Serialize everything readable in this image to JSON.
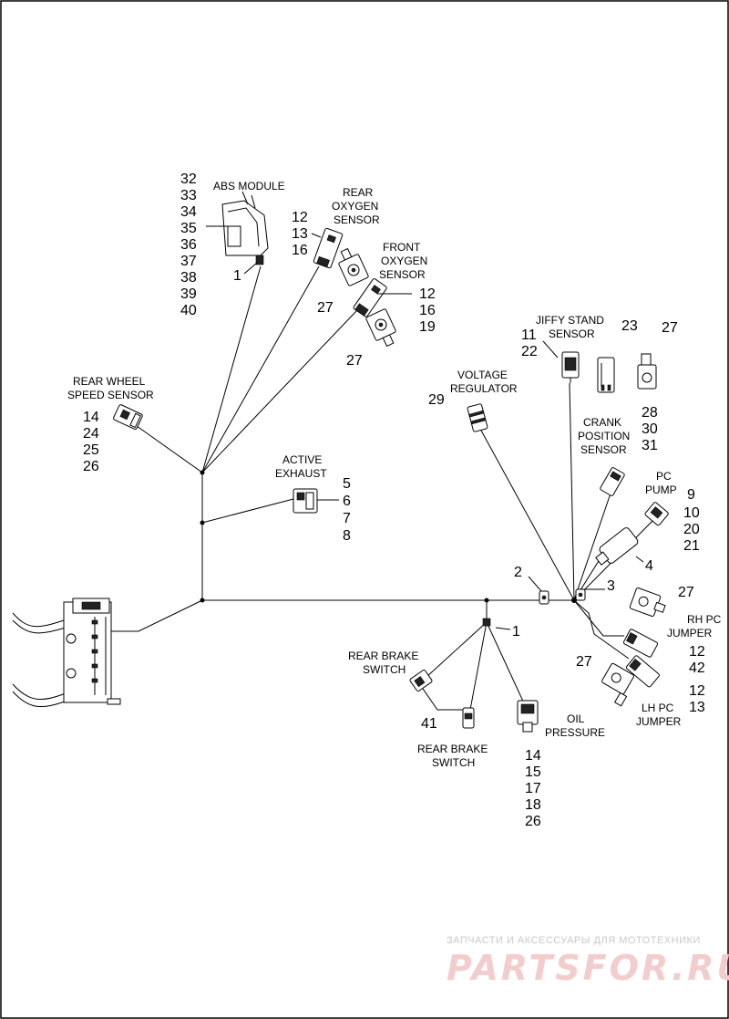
{
  "labels": {
    "abs_module": "ABS MODULE",
    "rear_oxygen": [
      "REAR",
      "OXYGEN",
      "SENSOR"
    ],
    "front_oxygen": [
      "FRONT",
      "OXYGEN",
      "SENSOR"
    ],
    "jiffy_stand": [
      "JIFFY STAND",
      "SENSOR"
    ],
    "voltage_regulator": [
      "VOLTAGE",
      "REGULATOR"
    ],
    "rear_wheel_speed": [
      "REAR WHEEL",
      "SPEED SENSOR"
    ],
    "active_exhaust": [
      "ACTIVE",
      "EXHAUST"
    ],
    "crank_position": [
      "CRANK",
      "POSITION",
      "SENSOR"
    ],
    "pc_pump": [
      "PC",
      "PUMP"
    ],
    "rh_pc_jumper": [
      "RH PC",
      "JUMPER"
    ],
    "lh_pc_jumper": [
      "LH PC",
      "JUMPER"
    ],
    "rear_brake_switch_top": [
      "REAR BRAKE",
      "SWITCH"
    ],
    "rear_brake_switch_bottom": [
      "REAR BRAKE",
      "SWITCH"
    ],
    "oil_pressure": [
      "OIL",
      "PRESSURE"
    ]
  },
  "callouts": {
    "abs_list": [
      "32",
      "33",
      "34",
      "35",
      "36",
      "37",
      "38",
      "39",
      "40"
    ],
    "abs_item": "1",
    "rear_oxygen_list": [
      "12",
      "13",
      "16"
    ],
    "rear_oxygen_clip": "27",
    "front_oxygen_list": [
      "12",
      "16",
      "19"
    ],
    "front_oxygen_clip": "27",
    "jiffy_list": [
      "11",
      "22"
    ],
    "jiffy_cap": "23",
    "jiffy_clip": "27",
    "voltage_regulator": "29",
    "rear_wheel_list": [
      "14",
      "24",
      "25",
      "26"
    ],
    "active_exhaust_list": [
      "5",
      "6",
      "7",
      "8"
    ],
    "crank_list": [
      "28",
      "30",
      "31"
    ],
    "pc_pump_list": [
      "9",
      "10",
      "20",
      "21"
    ],
    "branch_4": "4",
    "branch_2": "2",
    "branch_3": "3",
    "rh_clip": "27",
    "rh_list": [
      "12",
      "42"
    ],
    "lh_clip": "27",
    "lh_list": [
      "12",
      "13"
    ],
    "tie_1": "1",
    "brake_41": "41",
    "oil_list": [
      "14",
      "15",
      "17",
      "18",
      "26"
    ]
  },
  "watermark": {
    "line1": "ЗАПЧАСТИ И АКСЕССУАРЫ ДЛЯ МОТОТЕХНИКИ",
    "line2": "PARTSFOR.RU"
  }
}
